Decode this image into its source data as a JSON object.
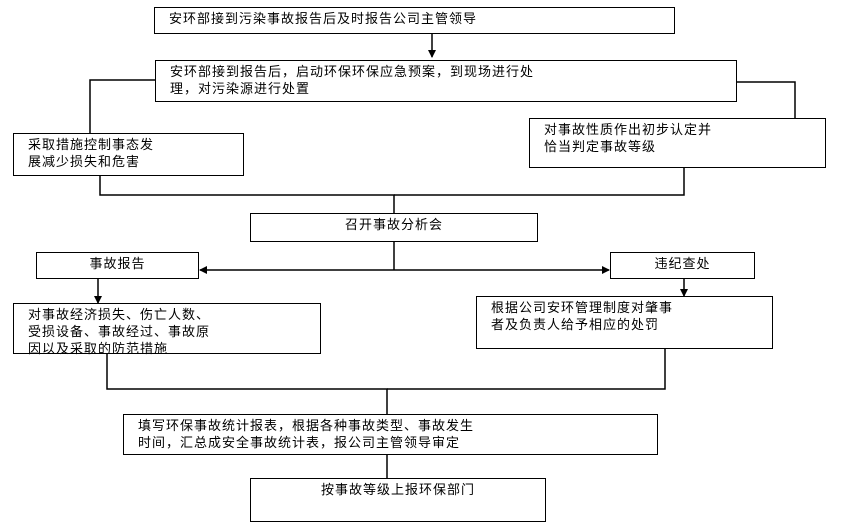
{
  "flowchart": {
    "step1": "安环部接到污染事故报告后及时报告公司主管领导",
    "step2": "安环部接到报告后，启动环保环保应急预案，到现场进行处\n理，对污染源进行处置",
    "left_action": "采取措施控制事态发\n展减少损失和危害",
    "right_action": "对事故性质作出初步认定并\n恰当判定事故等级",
    "meeting": "召开事故分析会",
    "report_branch": "事故报告",
    "discipline_branch": "违纪查处",
    "report_content": "对事故经济损失、伤亡人数、\n受损设备、事故经过、事故原\n因以及采取的防范措施",
    "penalty": "根据公司安环管理制度对肇事\n者及负责人给予相应的处罚",
    "statistics": "填写环保事故统计报表，根据各种事故类型、事故发生\n时间，汇总成安全事故统计表，报公司主管领导审定",
    "final": "按事故等级上报环保部门"
  }
}
